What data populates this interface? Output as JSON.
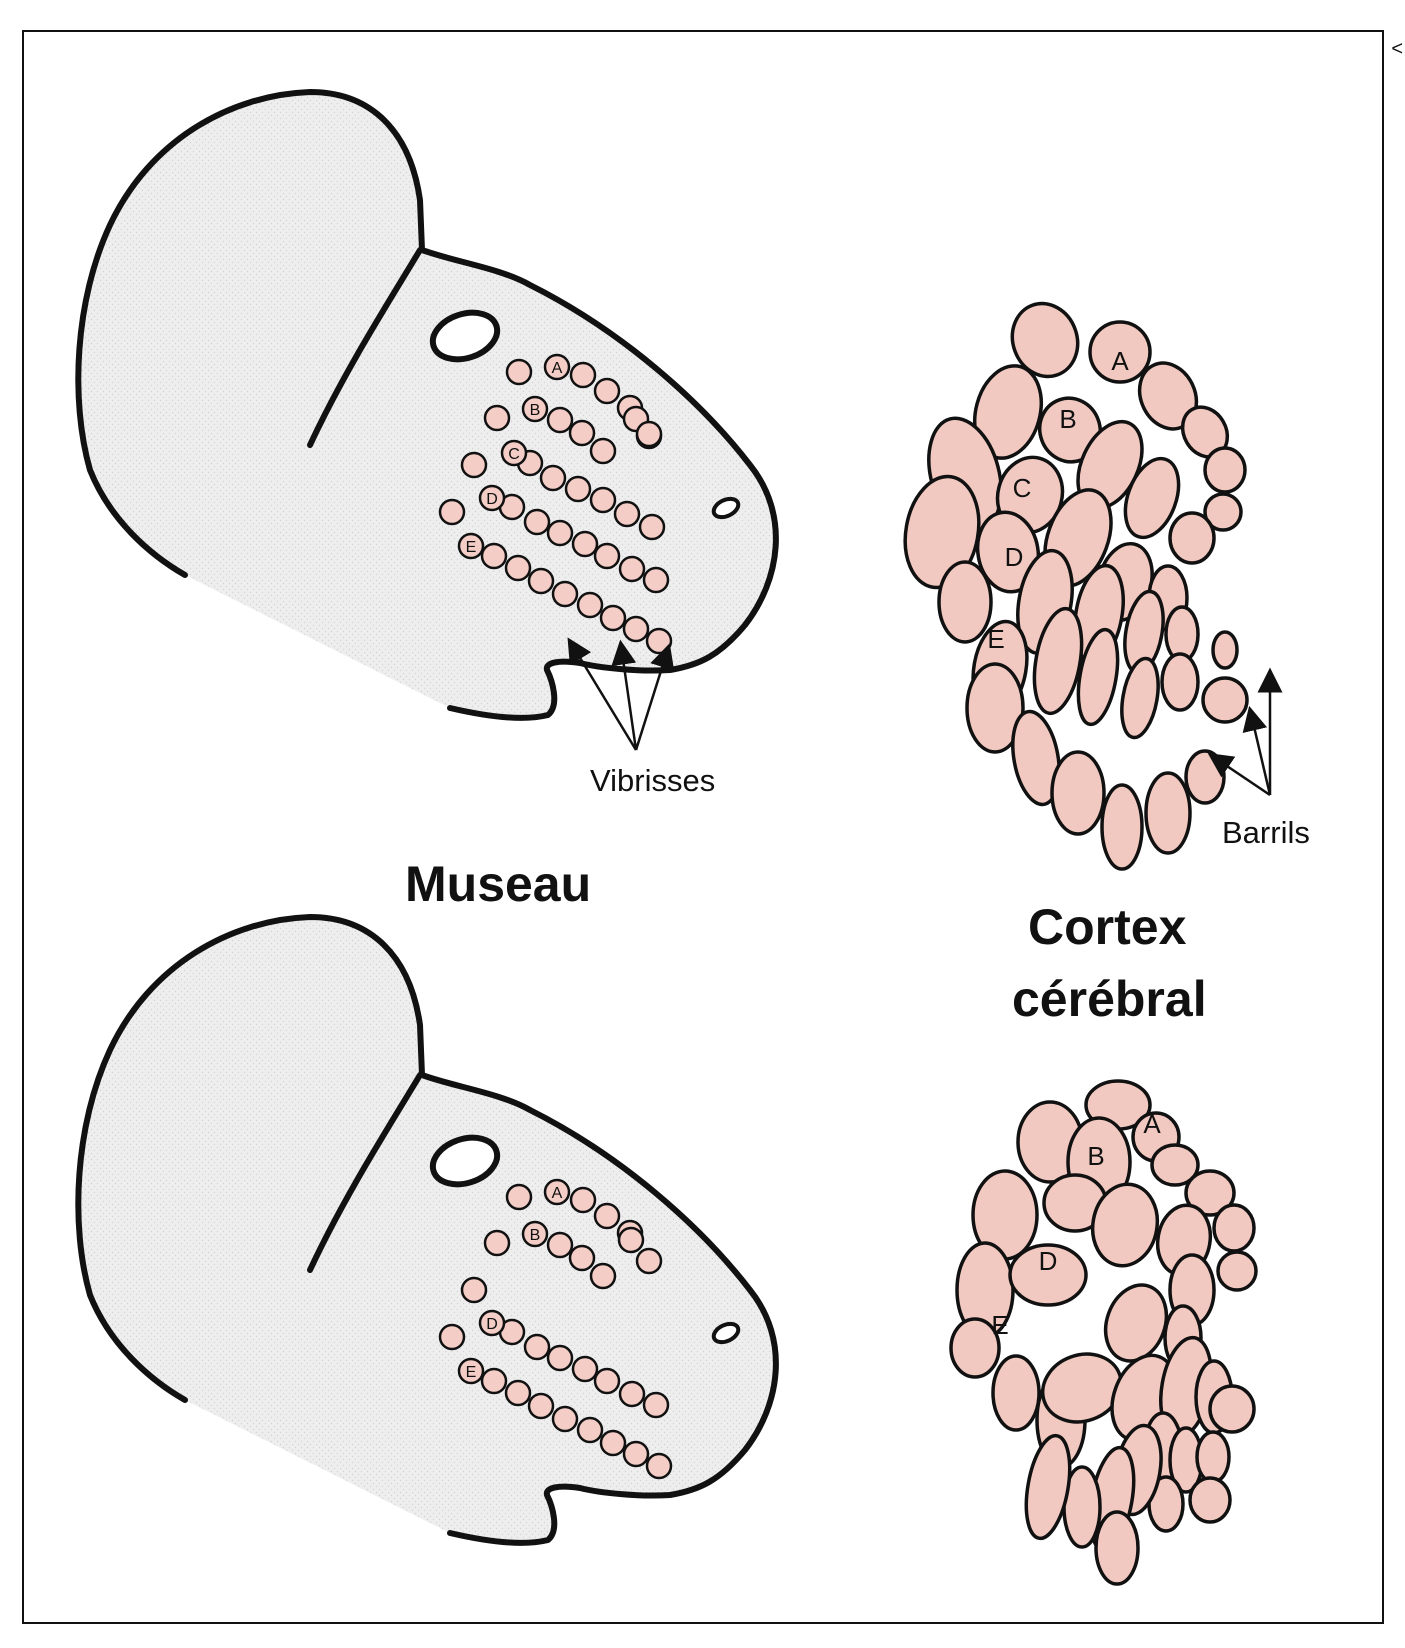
{
  "labels": {
    "vibrisses": "Vibrisses",
    "barrils": "Barrils",
    "museau": "Museau",
    "cortex_line1": "Cortex",
    "cortex_line2": "cérébral",
    "corner": "<"
  },
  "row_letters": [
    "A",
    "B",
    "C",
    "D",
    "E"
  ],
  "bottom_snout_rows": [
    "A",
    "B",
    "D",
    "E"
  ],
  "bottom_cortex_letters": [
    "A",
    "B",
    "D",
    "E"
  ],
  "colors": {
    "outline": "#111111",
    "head_fill": "#eeeeee",
    "whisker_fill": "#f3cdc6",
    "barrel_fill": "#f1c9c1"
  }
}
